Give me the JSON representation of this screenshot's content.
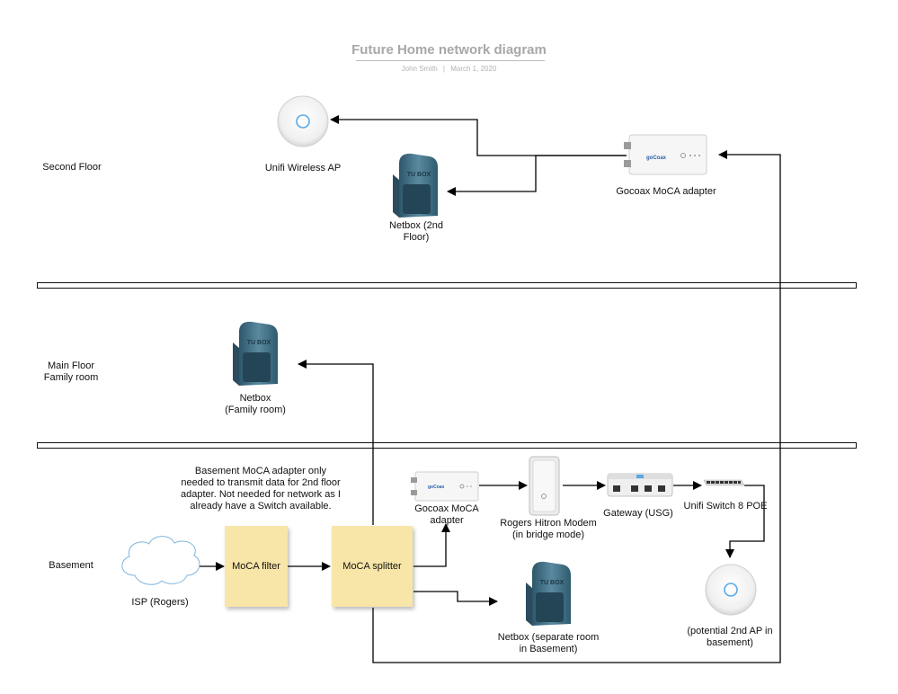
{
  "header": {
    "title": "Future Home network diagram",
    "author": "John Smith",
    "separator": "|",
    "date": "March 1, 2020"
  },
  "floors": {
    "second": "Second Floor",
    "main": "Main Floor\nFamily room",
    "basement": "Basement"
  },
  "devices": {
    "unifi_ap": "Unifi Wireless AP",
    "netbox_2nd": "Netbox (2nd\nFloor)",
    "gocoax_2nd": "Gocoax MoCA adapter",
    "netbox_family": "Netbox\n(Family room)",
    "gocoax_basement": "Gocoax MoCA\nadapter",
    "modem": "Rogers Hitron Modem\n(in bridge mode)",
    "gateway": "Gateway (USG)",
    "switch": "Unifi Switch 8 POE",
    "isp": "ISP (Rogers)",
    "netbox_basement": "Netbox (separate room\nin Basement)",
    "ap_basement": "(potential 2nd AP in\nbasement)"
  },
  "notes": {
    "moca_filter": "MoCA filter",
    "moca_splitter": "MoCA splitter"
  },
  "annotation": "Basement MoCA adapter only\nneeded to transmit data for 2nd floor\nadapter.  Not needed for network as I\nalready have a Switch available.",
  "device_brand": "goCoax",
  "netbox_brand": "TU BOX",
  "colors": {
    "note_fill": "#f7e6a8",
    "netbox_blue": "#3d6f86",
    "wire": "#000000",
    "title_gray": "#a8a8a8"
  }
}
